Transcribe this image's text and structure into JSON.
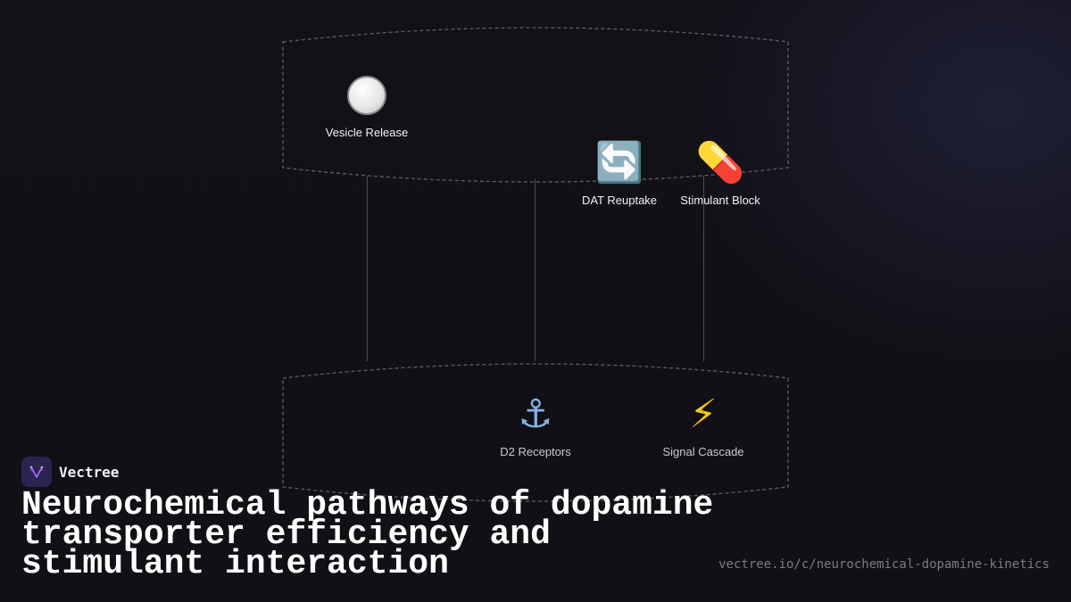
{
  "diagram": {
    "nodes": {
      "vesicle": {
        "icon": "white-circle",
        "label": "Vesicle Release"
      },
      "dat": {
        "icon": "🔄",
        "label": "DAT Reuptake"
      },
      "stimulant": {
        "icon": "💊",
        "label": "Stimulant Block"
      },
      "d2": {
        "icon": "⚓",
        "label": "D2 Receptors"
      },
      "signal": {
        "icon": "⚡",
        "label": "Signal Cascade"
      }
    }
  },
  "brand": {
    "name": "Vectree",
    "logo_icon": "vectree-logo-icon"
  },
  "title": "Neurochemical pathways of dopamine transporter efficiency and stimulant interaction",
  "url": "vectree.io/c/neurochemical-dopamine-kinetics",
  "colors": {
    "background": "#111015",
    "accent": "#a66cff",
    "text": "#ffffff"
  }
}
